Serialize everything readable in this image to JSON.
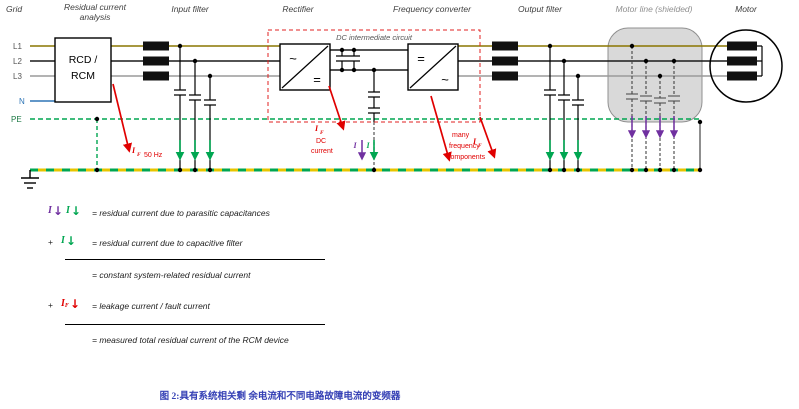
{
  "sections": {
    "grid": "Grid",
    "residual_analysis_line1": "Residual current",
    "residual_analysis_line2": "analysis",
    "input_filter": "Input filter",
    "rectifier": "Rectifier",
    "frequency_converter": "Frequency converter",
    "output_filter": "Output filter",
    "motor_line": "Motor line (shielded)",
    "motor": "Motor"
  },
  "conductors": {
    "l1": "L1",
    "l2": "L2",
    "l3": "L3",
    "n": "N",
    "pe": "PE"
  },
  "rcd_box": {
    "line1": "RCD /",
    "line2": "RCM"
  },
  "dc_box_label": "DC intermediate circuit",
  "symbols": {
    "ac": "~",
    "dc": "="
  },
  "annotations": {
    "i": "I",
    "f_sub": "F",
    "hz": "50 Hz",
    "dc1": "DC",
    "dc2": "current",
    "freq1": "many",
    "freq2": "frequency",
    "freq3": "components"
  },
  "legend": {
    "plus": "+",
    "arrow": "↓",
    "i": "I",
    "f_sub": "F",
    "row1_text": "= residual current due to parasitic capacitances",
    "row2_text": "= residual current due to capacitive filter",
    "row3_text": "= constant system-related residual current",
    "row4_text": "= leakage current / fault current",
    "row5_text": "= measured total residual current of the RCM device"
  },
  "caption": "图 2:具有系统相关剩 余电流和不同电路故障电流的变频器",
  "colors": {
    "l1_olive": "#8a7600",
    "l2_black": "#1a1a1a",
    "l3_gray": "#9a9a9a",
    "n_blue": "#2e75b6",
    "pe_green": "#00a651",
    "bus_yellow": "#e7c500",
    "fault_red": "#e00000",
    "parasitic_purple": "#7030a0",
    "shield_gray": "#c4c4c4"
  }
}
